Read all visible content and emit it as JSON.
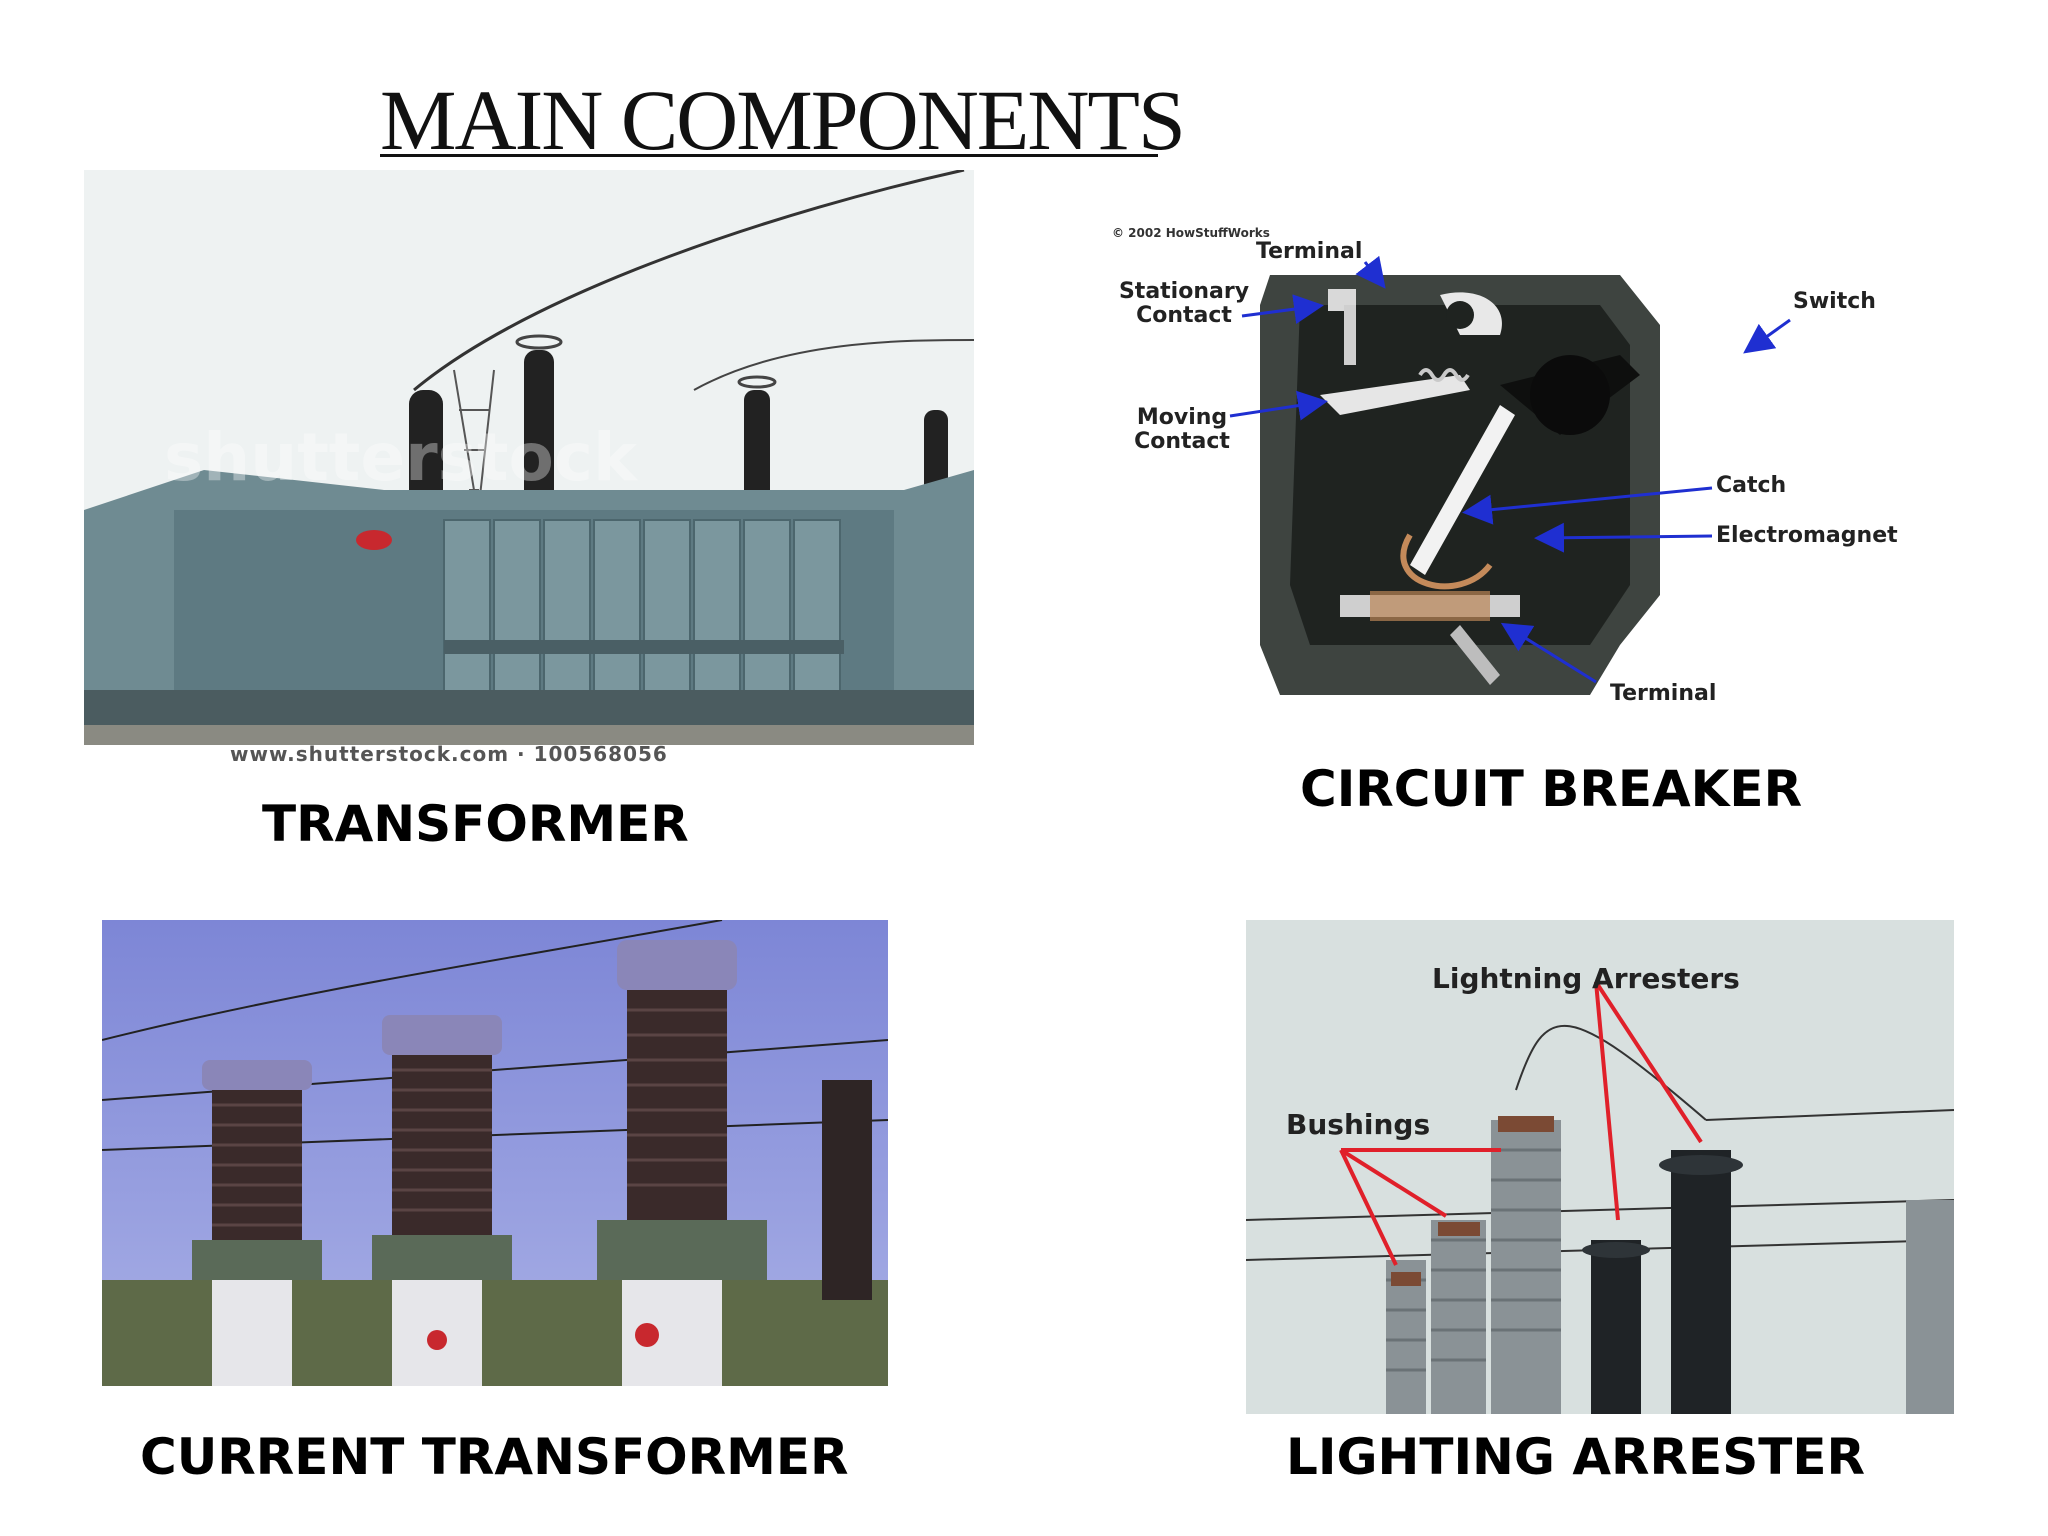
{
  "slide": {
    "title": "MAIN COMPONENTS"
  },
  "panels": {
    "transformer": {
      "caption": "TRANSFORMER",
      "watermark": "www.shutterstock.com · 100568056",
      "overlay": "shutterstock"
    },
    "circuit_breaker": {
      "caption": "CIRCUIT BREAKER",
      "copyright": "© 2002 HowStuffWorks",
      "labels": {
        "terminal_top": "Terminal",
        "stationary_contact": [
          "Stationary",
          "Contact"
        ],
        "moving_contact": [
          "Moving",
          "Contact"
        ],
        "switch": "Switch",
        "catch": "Catch",
        "electromagnet": "Electromagnet",
        "terminal_bottom": "Terminal"
      }
    },
    "current_transformer": {
      "caption": "CURRENT TRANSFORMER"
    },
    "lightning_arrester": {
      "caption": "LIGHTING ARRESTER",
      "labels": {
        "arresters": "Lightning Arresters",
        "bushings": "Bushings"
      }
    }
  },
  "colors": {
    "arrow_blue": "#1f2fd1",
    "pointer_red": "#e0202a",
    "transformer_body": "#5e7a82",
    "ct_sky": "#7d86d6",
    "insulator_dark": "#3a2a2a"
  }
}
